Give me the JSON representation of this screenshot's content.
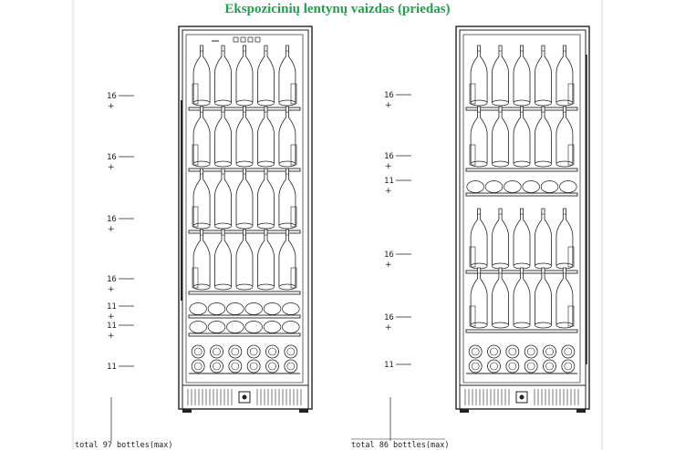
{
  "title": "Ekspozicinių lentynų vaizdas (priedas)",
  "left_fridge": {
    "total_label": "total 97 bottles(max)",
    "shelves": [
      {
        "count": "16",
        "plus": "+",
        "type": "standing"
      },
      {
        "count": "16",
        "plus": "+",
        "type": "standing"
      },
      {
        "count": "16",
        "plus": "+",
        "type": "standing"
      },
      {
        "count": "16",
        "plus": "+",
        "type": "standing"
      },
      {
        "count": "11",
        "plus": "+",
        "type": "flat"
      },
      {
        "count": "11",
        "plus": "+",
        "type": "flat"
      },
      {
        "count": "11",
        "plus": "",
        "type": "stacked"
      }
    ]
  },
  "right_fridge": {
    "total_label": "total 86 bottles(max)",
    "shelves": [
      {
        "count": "16",
        "plus": "+",
        "type": "standing"
      },
      {
        "count": "16",
        "plus": "+",
        "type": "standing"
      },
      {
        "count": "11",
        "plus": "+",
        "type": "flat"
      },
      {
        "count": "16",
        "plus": "+",
        "type": "standing"
      },
      {
        "count": "16",
        "plus": "+",
        "type": "standing"
      },
      {
        "count": "11",
        "plus": "",
        "type": "stacked"
      }
    ]
  }
}
